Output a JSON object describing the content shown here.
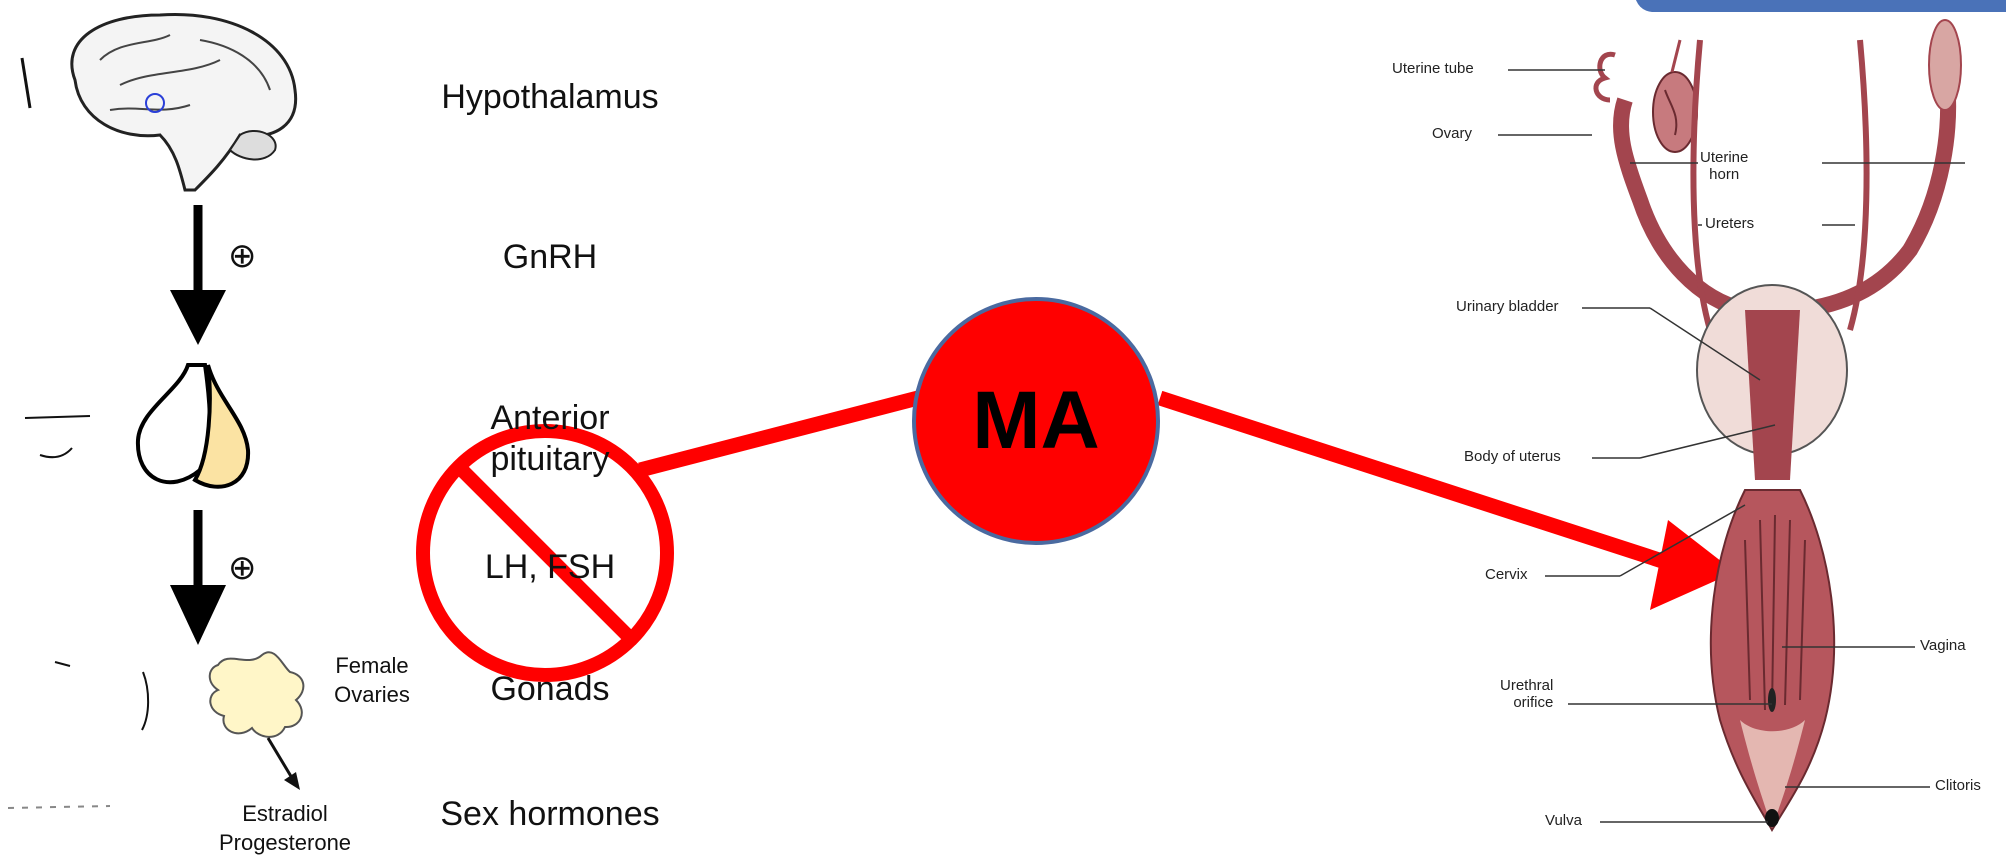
{
  "hpg_axis": {
    "labels": {
      "hypothalamus": "Hypothalamus",
      "gnrh": "GnRH",
      "anterior_pituitary": "Anterior\npituitary",
      "lh_fsh": "LH, FSH",
      "gonads": "Gonads",
      "sex_hormones": "Sex hormones"
    },
    "stimulatory_symbol": "⊕",
    "ovaries_label": "Female\nOvaries",
    "hormones_label": "Estradiol\nProgesterone"
  },
  "center": {
    "label": "MA",
    "color": "#ff0000",
    "border_color": "#4a6aa0"
  },
  "anatomy": {
    "labels": {
      "uterine_tube": "Uterine tube",
      "ovary": "Ovary",
      "uterine_horn": "Uterine\nhorn",
      "ureters": "Ureters",
      "urinary_bladder": "Urinary bladder",
      "body_of_uterus": "Body of uterus",
      "cervix": "Cervix",
      "vagina": "Vagina",
      "urethral_orifice": "Urethral\norifice",
      "clitoris": "Clitoris",
      "vulva": "Vulva"
    },
    "tissue_color": "#a3454e"
  },
  "banner_color": "#4a72b8"
}
